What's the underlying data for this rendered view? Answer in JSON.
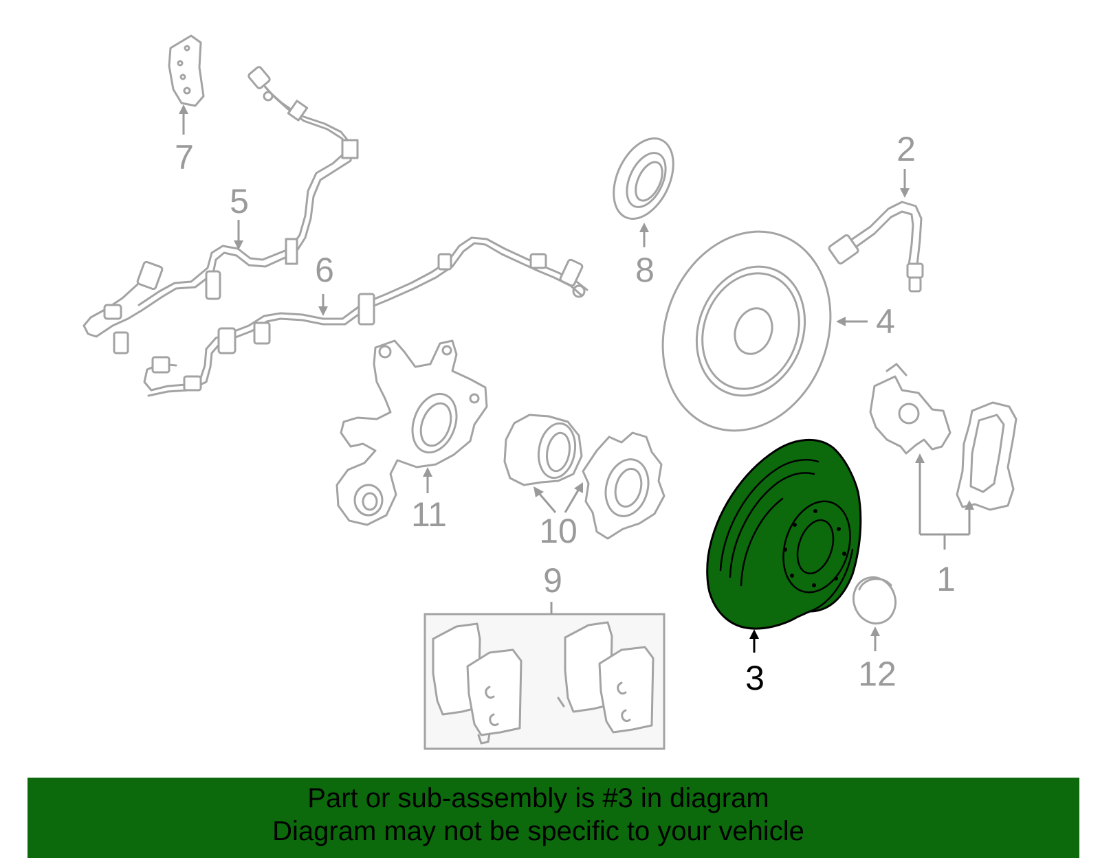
{
  "diagram": {
    "highlighted_part": "3",
    "colors": {
      "highlight": "#0c6a0c",
      "part_outline": "#a3a3a3",
      "callout_text": "#9a9a9a",
      "active_callout": "#000000"
    },
    "callouts": [
      "1",
      "2",
      "3",
      "4",
      "5",
      "6",
      "7",
      "8",
      "9",
      "10",
      "11",
      "12"
    ]
  },
  "banner": {
    "line1": "Part or sub-assembly is #3 in diagram",
    "line2": "Diagram may not be specific to your vehicle",
    "background": "#0c6a0c"
  }
}
